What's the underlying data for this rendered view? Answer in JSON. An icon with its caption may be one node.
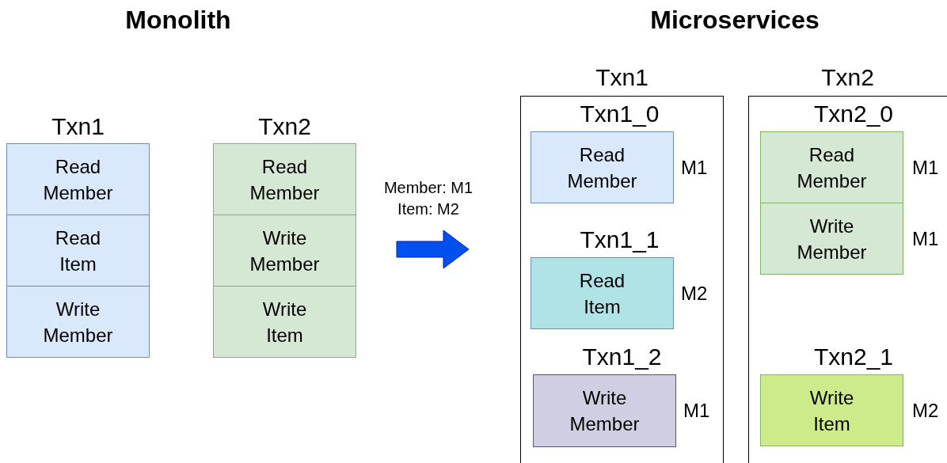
{
  "diagram": {
    "nodes": [
      {
        "text": [
          "Txn1"
        ]
      },
      {
        "text": [
          "Read Member"
        ],
        "in": 0
      },
      {
        "text": [
          "Read Item"
        ],
        "in": 0
      },
      {
        "text": [
          "Write Member"
        ],
        "in": 0
      },
      {
        "text": [
          "Txn2"
        ]
      },
      {
        "text": [
          "Read Member"
        ],
        "in": 4
      },
      {
        "text": [
          "Write Member"
        ],
        "in": 4
      },
      {
        "text": [
          "Write Item"
        ],
        "in": 4
      },
      {
        "text": [
          "Txn1"
        ]
      },
      {
        "text": [
          "Txn1_0",
          "Read Member"
        ],
        "beside": [
          "M1"
        ],
        "in": 8
      },
      {
        "text": [
          "Txn1_1",
          "Read Item"
        ],
        "beside": [
          "M2"
        ],
        "in": 8
      },
      {
        "text": [
          "Txn1_2",
          "Write Member"
        ],
        "beside": [
          "M1"
        ],
        "in": 8
      },
      {
        "text": [
          "Txn2"
        ]
      },
      {
        "text": [
          "Txn2_0"
        ],
        "in": 12
      },
      {
        "text": [
          "Read Member"
        ],
        "beside": [
          "M1"
        ],
        "in": 13
      },
      {
        "text": [
          "Write Member"
        ],
        "beside": [
          "M1"
        ],
        "in": 13
      },
      {
        "text": [
          "Txn2_1",
          "Write Item"
        ],
        "beside": [
          "M2"
        ],
        "in": 12
      }
    ],
    "labels": [
      "Monolith",
      "Microservices",
      "Member: M1 Item: M2"
    ]
  }
}
